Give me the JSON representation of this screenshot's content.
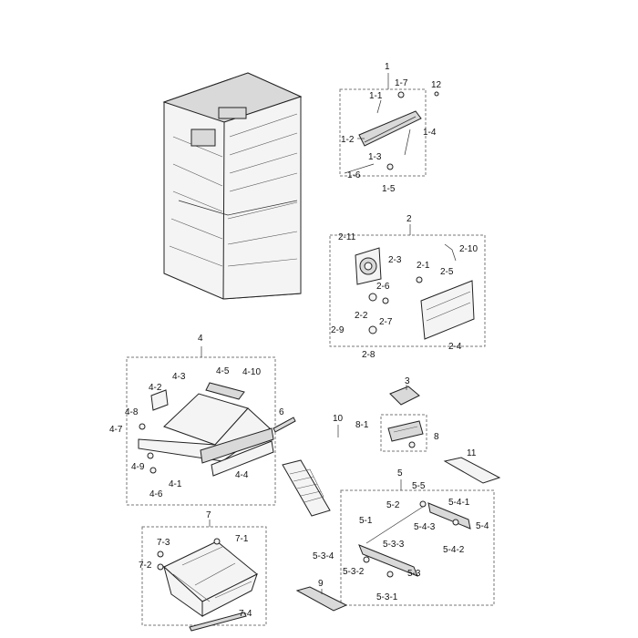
{
  "labels": {
    "g1": "1",
    "l1_7": "1-7",
    "g12": "12",
    "l1_1": "1-1",
    "l1_2": "1-2",
    "l1_4": "1-4",
    "l1_3": "1-3",
    "l1_6": "1-6",
    "l1_5": "1-5",
    "g2": "2",
    "l2_11": "2-11",
    "l2_10": "2-10",
    "l2_3": "2-3",
    "l2_1": "2-1",
    "l2_5": "2-5",
    "l2_6": "2-6",
    "l2_2": "2-2",
    "l2_7": "2-7",
    "l2_9": "2-9",
    "l2_8": "2-8",
    "l2_4": "2-4",
    "g4": "4",
    "l4_3": "4-3",
    "l4_5": "4-5",
    "l4_10": "4-10",
    "l4_2": "4-2",
    "l4_8": "4-8",
    "l4_7": "4-7",
    "l4_9": "4-9",
    "l4_1": "4-1",
    "l4_4": "4-4",
    "l4_6": "4-6",
    "g6": "6",
    "g3": "3",
    "g10": "10",
    "l8_1": "8-1",
    "g8": "8",
    "g11": "11",
    "g5": "5",
    "l5_5": "5-5",
    "l5_2": "5-2",
    "l5_4_1": "5-4-1",
    "l5_1": "5-1",
    "l5_4_3": "5-4-3",
    "l5_4": "5-4",
    "l5_3_3": "5-3-3",
    "l5_4_2": "5-4-2",
    "l5_3_4": "5-3-4",
    "l5_3_2": "5-3-2",
    "l5_3": "5-3",
    "l5_3_1": "5-3-1",
    "g9": "9",
    "g7": "7",
    "l7_3": "7-3",
    "l7_1": "7-1",
    "l7_2": "7-2",
    "l7_4": "7-4"
  }
}
